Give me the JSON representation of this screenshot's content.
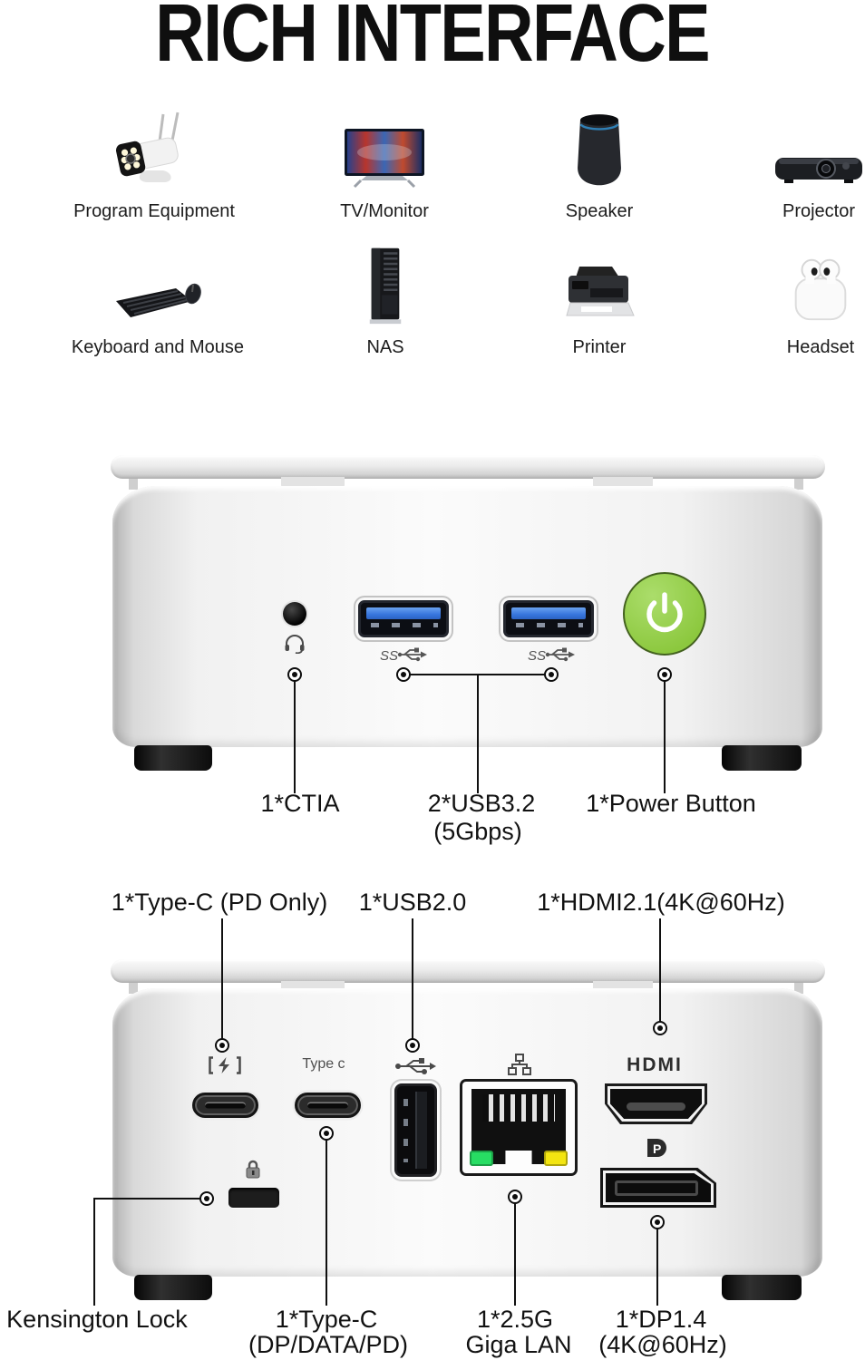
{
  "title": "RICH INTERFACE",
  "devices": {
    "items": [
      {
        "label": "Program Equipment"
      },
      {
        "label": "TV/Monitor"
      },
      {
        "label": "Speaker"
      },
      {
        "label": "Projector"
      },
      {
        "label": "Keyboard and Mouse"
      },
      {
        "label": "NAS"
      },
      {
        "label": "Printer"
      },
      {
        "label": "Headset"
      }
    ]
  },
  "front_view": {
    "panel_labels": {
      "ss": "SS"
    },
    "callouts": {
      "ctia": "1*CTIA",
      "usb3_line1": "2*USB3.2",
      "usb3_line2": "(5Gbps)",
      "power": "1*Power Button"
    }
  },
  "rear_view": {
    "top_callouts": {
      "type_c_pd": "1*Type-C (PD Only)",
      "usb2": "1*USB2.0",
      "hdmi": "1*HDMI2.1(4K@60Hz)"
    },
    "panel_labels": {
      "type_c": "Type c",
      "hdmi_logo": "HDMI",
      "dp_logo_letter": "P"
    },
    "bottom_callouts": {
      "kensington": "Kensington Lock",
      "type_c_line1": "1*Type-C",
      "type_c_line2": "(DP/DATA/PD)",
      "lan_line1": "1*2.5G",
      "lan_line2": "Giga LAN",
      "dp_line1": "1*DP1.4",
      "dp_line2": "(4K@60Hz)"
    }
  },
  "colors": {
    "power_button": "#97ce4f",
    "usb3_blue": "#3d7ee0",
    "lan_led_green": "#27dd63",
    "lan_led_yellow": "#f3e511"
  }
}
